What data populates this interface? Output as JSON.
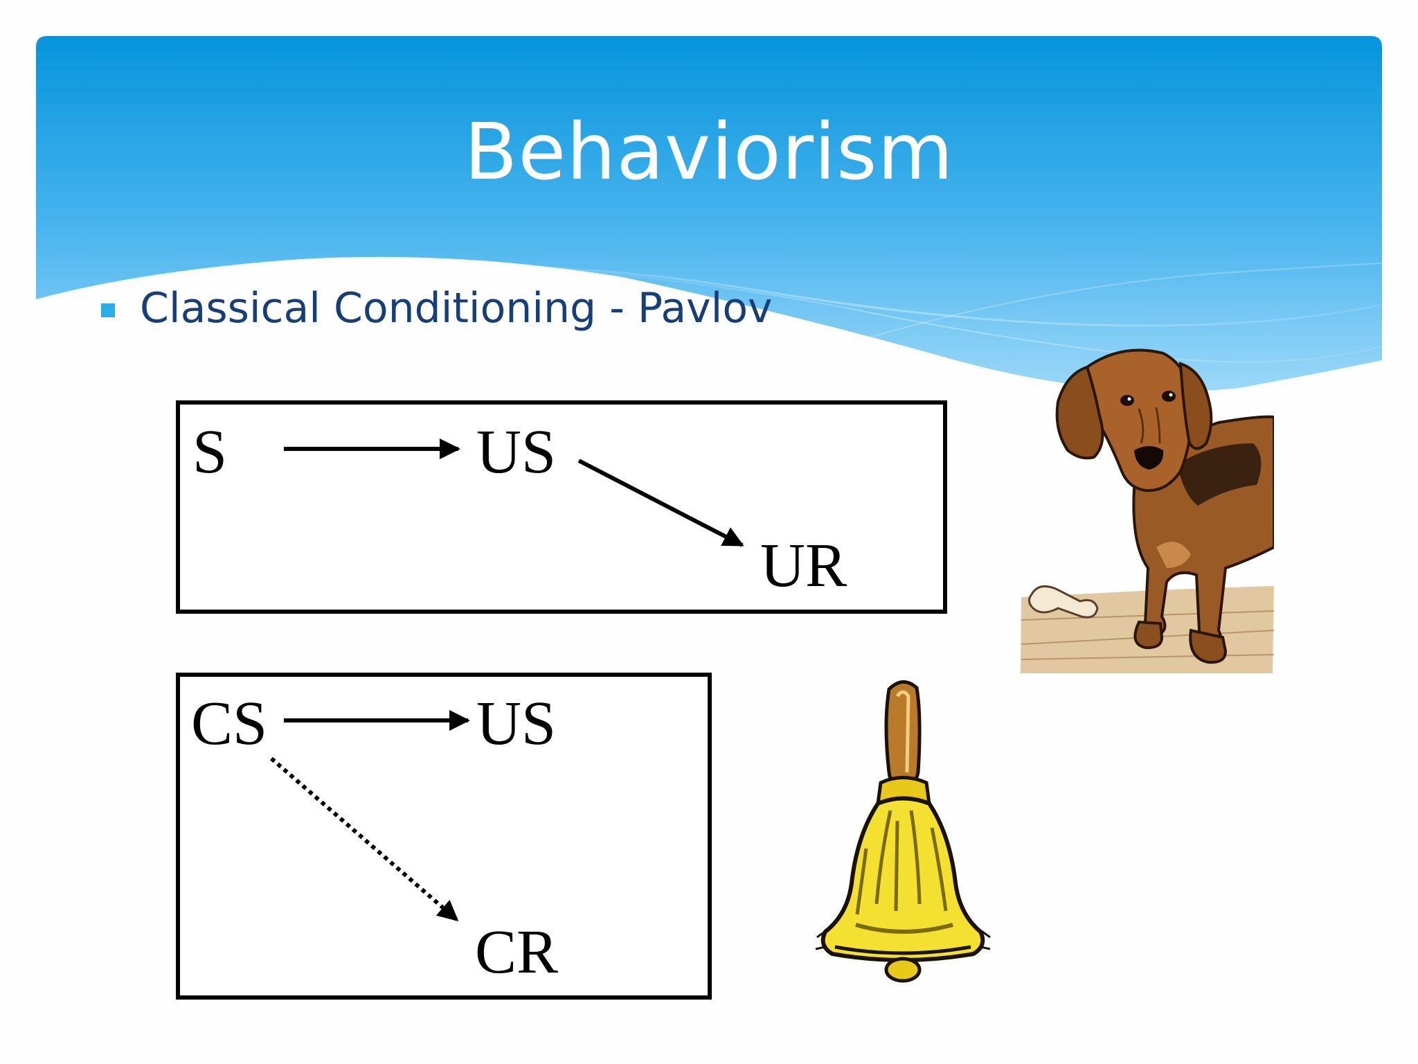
{
  "slide": {
    "title": "Behaviorism",
    "bullet": "Classical Conditioning - Pavlov",
    "colors": {
      "header_top": "#0594dc",
      "header_bottom": "#8fd3f7",
      "bullet_text": "#163e78",
      "bullet_marker": "#29aee8"
    }
  },
  "diagram1": {
    "s": "S",
    "us": "US",
    "ur": "UR"
  },
  "diagram2": {
    "cs": "CS",
    "us": "US",
    "cr": "CR"
  },
  "images": {
    "dog": "dachshund-clipart",
    "bell": "hand-bell-clipart"
  }
}
